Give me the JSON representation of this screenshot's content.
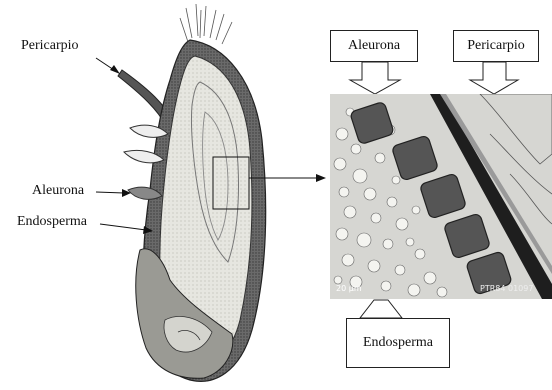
{
  "labels": {
    "pericarp_left": "Pericarpio",
    "aleurone_left": "Aleurona",
    "endosperm_left": "Endosperma",
    "aleurone_box": "Aleurona",
    "pericarp_box": "Pericarpio",
    "endosperm_box": "Endosperma"
  },
  "micrograph": {
    "scale_text": "20 μm",
    "image_id": "PTR84 01097"
  }
}
